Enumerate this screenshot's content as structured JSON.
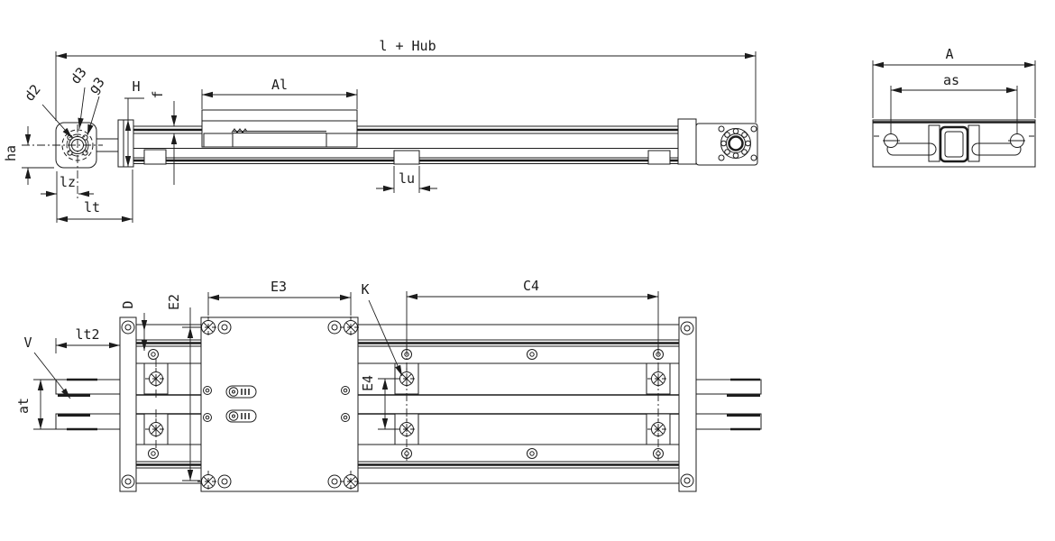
{
  "drawing": {
    "background": "#ffffff",
    "line_color": "#1c1c1c",
    "views": {
      "side": {
        "title": "side-elevation-view",
        "dims": {
          "l_hub": "l + Hub",
          "al": "Al",
          "f": "f",
          "h": "H",
          "d2": "d2",
          "d3": "d3",
          "g3": "g3",
          "ha": "ha",
          "lz": "lz",
          "lt": "lt",
          "lu": "lu"
        }
      },
      "section": {
        "title": "end-cross-section-view",
        "dims": {
          "a": "A",
          "as": "as"
        }
      },
      "plan": {
        "title": "top-plan-view",
        "dims": {
          "v": "V",
          "lt2": "lt2",
          "at": "at",
          "d": "D",
          "e2": "E2",
          "e3": "E3",
          "e4": "E4",
          "k": "K",
          "c4": "C4"
        }
      }
    }
  }
}
